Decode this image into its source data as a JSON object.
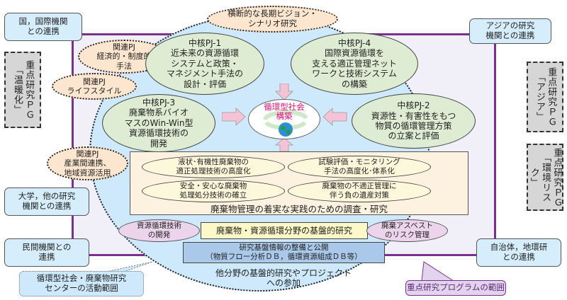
{
  "diagram": {
    "links": {
      "national": "国，国際機関\nとの連携",
      "asia": "アジアの研究\n機関との連携",
      "university": "大学，他の研究\n機関との連携",
      "private": "民間機関との\n連携",
      "local": "自治体，地環研\nとの連携"
    },
    "priority_programs": {
      "warming": "重点研究ＰＧ\n「温暖化」",
      "asia": "重点研究ＰＧ\n「アジア」",
      "env_risk": "重点研究ＰＧ\n「環境リスク」"
    },
    "vision": "横断的な長期ビジョン・\nシナリオ研究",
    "related_pj": {
      "econ": "関連PJ\n経済的・制度的\n手法",
      "lifestyle": "関連PJ\nライフスタイル",
      "industry": "関連PJ\n産業間連携、\n地域資源活用"
    },
    "core_pj": {
      "pj1": "中核PJ-1\n近未来の資源循環\nシステムと政策・\nマネジメント手法の\n設計・評価",
      "pj4": "中核PJ-4\n国際資源循環を\n支える適正管理ネット\nワークと技術システム\nの構築",
      "pj3": "中核PJ-3\n廃棄物系バイオ\nマスのWin-Win型\n資源循環技術の\n開発",
      "pj2": "中核PJ-2\n資源性・有害性をもつ\n物質の循環管理方策\nの立案と評価"
    },
    "goal": "循環型社会\n構築",
    "research": {
      "topics": [
        "液状･有機性廃棄物の\n適正処理技術の高度化",
        "試験評価・モニタリング\n手法の高度化･体系化",
        "安全・安心な廃棄物\n処理処分技術の確立",
        "廃棄物の不適正管理に\n伴う負の遺産対策"
      ],
      "title": "廃棄物管理の着実な実践のための調査・研究"
    },
    "resource_tech": "資源循環技術\nの開発",
    "basic_research": "廃棄物・資源循環分野の基盤的研究",
    "asbestos": "廃棄アスベスト\nのリスク管理",
    "database": "研究基盤情報の整備と公開\n（物質フロー分析ＤＢ，循環資源組成ＤＢ等）",
    "other_fields": "他分野の基盤的研究やプロジェクト\nへの参加",
    "callouts": {
      "center_range": "循環型社会・廃棄物研究\nセンターの活動範囲",
      "program_range": "重点研究プログラムの範囲"
    },
    "colors": {
      "frame": "#7b2f8e",
      "goal_text": "#e0127a",
      "arrow": "#f6c3d6",
      "center_fill": "#cde9fb"
    }
  }
}
